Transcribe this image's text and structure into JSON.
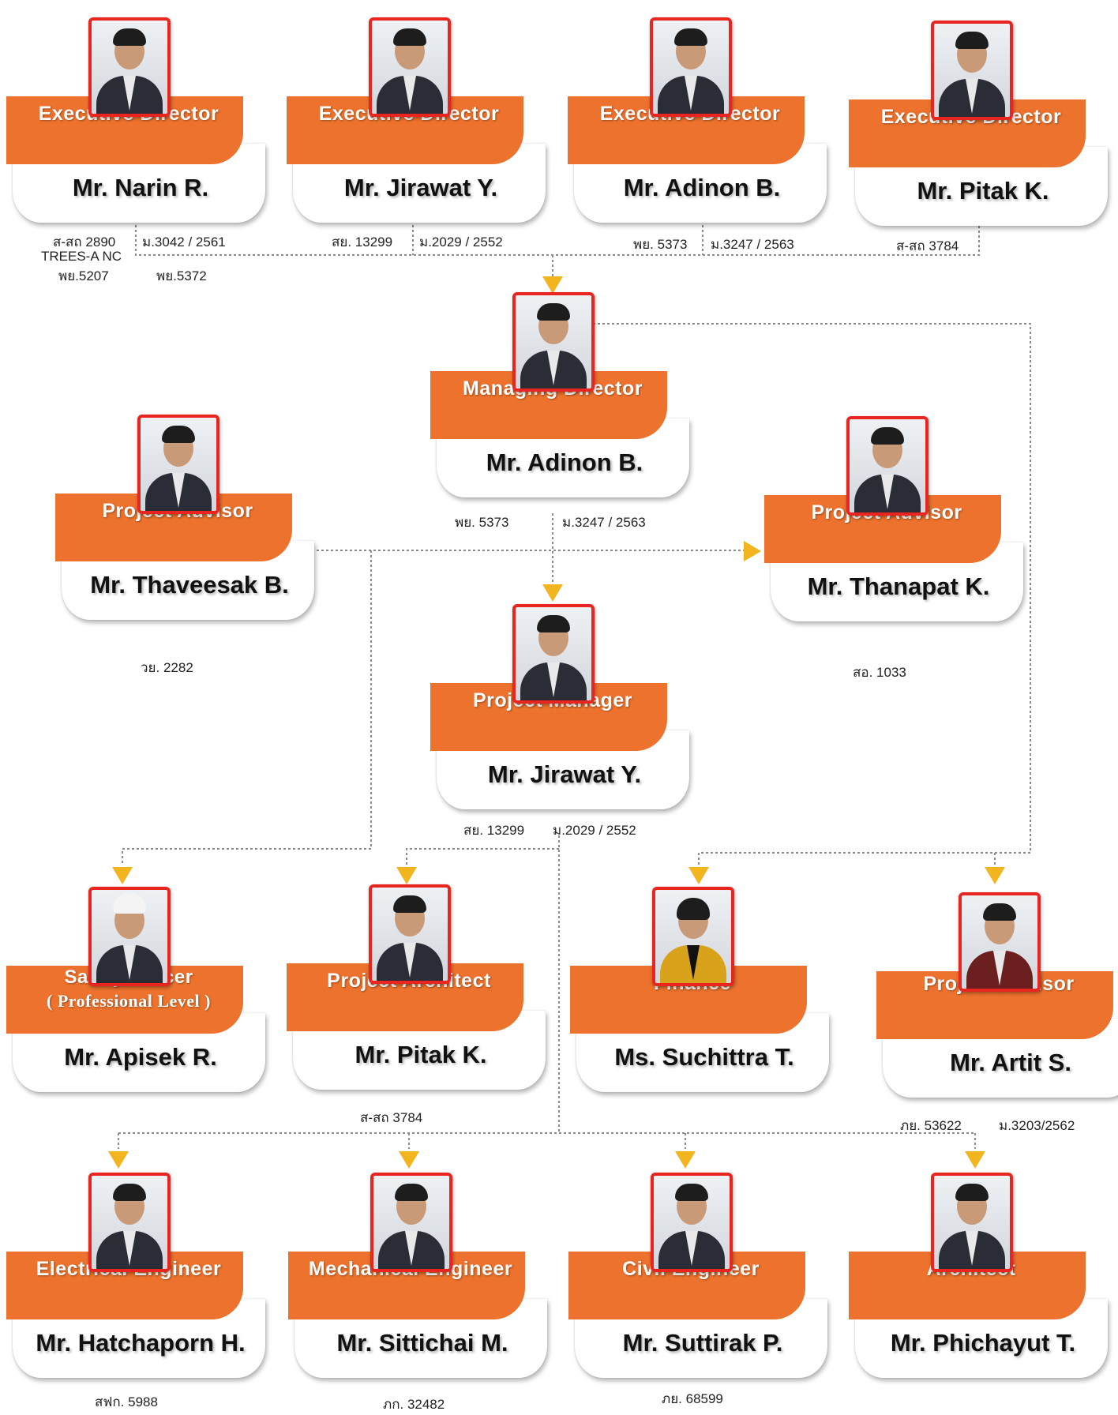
{
  "executive_directors": [
    {
      "role": "Executive Director",
      "name": "Mr. Narin R."
    },
    {
      "role": "Executive Director",
      "name": "Mr. Jirawat Y."
    },
    {
      "role": "Executive Director",
      "name": "Mr. Adinon B."
    },
    {
      "role": "Executive Director",
      "name": "Mr. Pitak K."
    }
  ],
  "exec_licenses": [
    "ส-สถ 2890",
    "ม.3042 / 2561",
    "TREES-A NC",
    "พย.5207",
    "พย.5372",
    "สย. 13299",
    "ม.2029 / 2552",
    "พย. 5373",
    "ม.3247 / 2563",
    "ส-สถ 3784"
  ],
  "managing_director": {
    "role": "Managing Director",
    "name": "Mr. Adinon B.",
    "licenses": [
      "พย. 5373",
      "ม.3247 / 2563"
    ]
  },
  "advisor_left": {
    "role": "Project  Advisor",
    "name": "Mr. Thaveesak B.",
    "license": "วย. 2282"
  },
  "advisor_right": {
    "role": "Project  Advisor",
    "name": "Mr. Thanapat K.",
    "license": "สอ. 1033"
  },
  "project_manager": {
    "role": "Project  Manager",
    "name": "Mr. Jirawat Y.",
    "licenses": [
      "สย. 13299",
      "ม.2029 / 2552"
    ]
  },
  "row3": [
    {
      "role": "Safety Officer",
      "role_sub": "( Professional Level )",
      "name": "Mr. Apisek R."
    },
    {
      "role": "Project  Architect",
      "name": "Mr. Pitak K.",
      "license": "ส-สถ 3784"
    },
    {
      "role": "Finance",
      "name": "Ms. Suchittra T."
    },
    {
      "role": "Project  Advisor",
      "name": "Mr. Artit S.",
      "licenses": [
        "ภย. 53622",
        "ม.3203/2562"
      ]
    }
  ],
  "row4": [
    {
      "role": "Electrical  Engineer",
      "name": "Mr. Hatchaporn H.",
      "license": "สฟก. 5988"
    },
    {
      "role": "Mechanical Engineer",
      "name": "Mr. Sittichai M.",
      "license": "ภก. 32482"
    },
    {
      "role": "Civil  Engineer",
      "name": "Mr. Suttirak P.",
      "license": "ภย. 68599"
    },
    {
      "role": "Architect",
      "name": "Mr. Phichayut T."
    }
  ],
  "colors": {
    "band": "#ec722d",
    "photo_border": "#e8261f",
    "arrow": "#f2b41f",
    "connector": "#8a8a8a"
  }
}
